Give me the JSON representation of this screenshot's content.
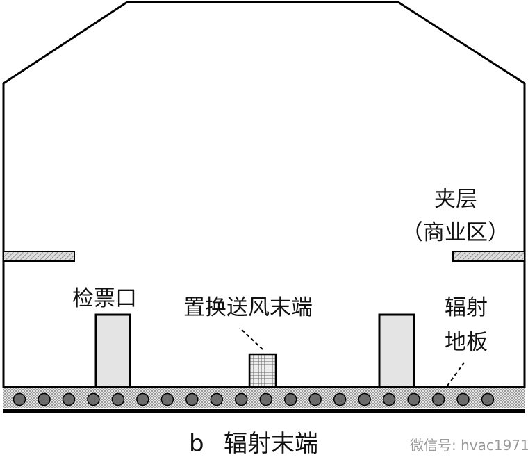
{
  "labels": {
    "mezzanine": "夹层",
    "commercial": "（商业区）",
    "ticket_gate": "检票口",
    "displacement_terminal": "置换送风末端",
    "radiant_floor_1": "辐射",
    "radiant_floor_2": "地板"
  },
  "caption": {
    "letter": "b",
    "text": "辐射末端"
  },
  "watermark": "微信号: hvac1971",
  "pipe_count": 20,
  "colors": {
    "line": "#000000",
    "box_fill": "#e4e4e4",
    "pipe": "#6b6b6b",
    "slab": "#d0d0d0"
  }
}
